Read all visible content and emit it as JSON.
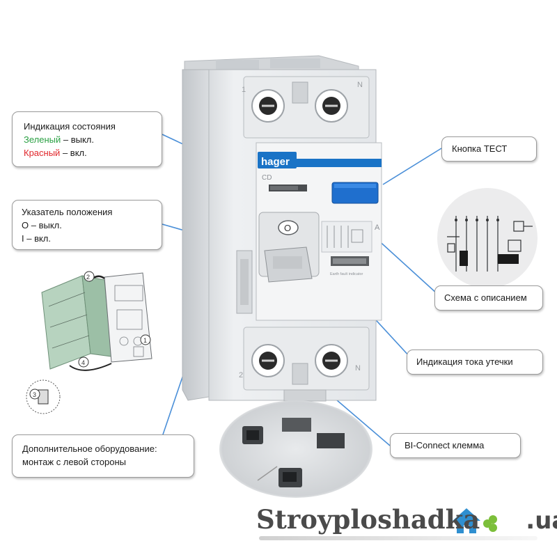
{
  "callouts": {
    "status": {
      "title": "Индикация состояния",
      "green_word": "Зеленый",
      "green_rest": " – выкл.",
      "red_word": "Красный",
      "red_rest": " – вкл."
    },
    "position": {
      "title": "Указатель положения",
      "line1": "О – выкл.",
      "line2": "I – вкл."
    },
    "extra": {
      "line1": "Дополнительное оборудование:",
      "line2": "монтаж с левой стороны"
    },
    "test": {
      "label": "Кнопка ТЕСТ"
    },
    "scheme": {
      "label": "Схема с описанием"
    },
    "leak": {
      "label": "Индикация тока утечки"
    },
    "biconnect": {
      "label": "BI-Connect клемма"
    }
  },
  "device": {
    "brand": "hager",
    "model": "CD",
    "terminal_left": "1",
    "terminal_right": "N",
    "terminal_left_bottom": "2",
    "terminal_right_bottom": "N",
    "position_mark": "O",
    "rating_mark": "A",
    "indicator_caption": "Earth fault indicator"
  },
  "install_steps": [
    "1",
    "2",
    "3",
    "4"
  ],
  "watermark": {
    "main": "Stroyploshadka",
    "tail": ".ua"
  },
  "colors": {
    "callout_line": "#4a8fd8",
    "brand_blue": "#1a73c6",
    "test_button": "#1f6fce",
    "green": "#2aa043",
    "red": "#e0262b"
  }
}
